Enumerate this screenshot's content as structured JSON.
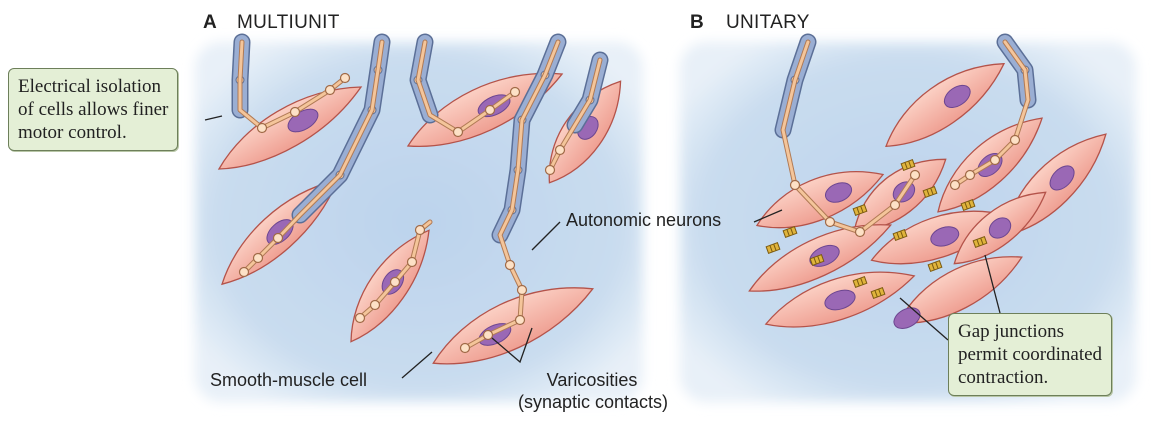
{
  "panels": {
    "a": {
      "letter": "A",
      "title": "MULTIUNIT"
    },
    "b": {
      "letter": "B",
      "title": "UNITARY"
    }
  },
  "notes": {
    "isolation": [
      "Electrical isolation",
      "of cells allows finer",
      "motor control."
    ],
    "gap": [
      "Gap junctions",
      "permit coordinated",
      "contraction."
    ]
  },
  "labels": {
    "autonomic": "Autonomic neurons",
    "smooth_muscle": "Smooth-muscle cell",
    "varicosities": [
      "Varicosities",
      "(synaptic contacts)"
    ]
  },
  "colors": {
    "background_blue": "#c9dcef",
    "cell_fill": "#f6b7aa",
    "cell_stroke": "#b4534a",
    "nucleus": "#9a68b5",
    "axon_sheath": "#9aaed3",
    "axon_core": "#f4c59a",
    "gap_junction": "#e0b43c",
    "note_fill": "#e4efd6"
  }
}
